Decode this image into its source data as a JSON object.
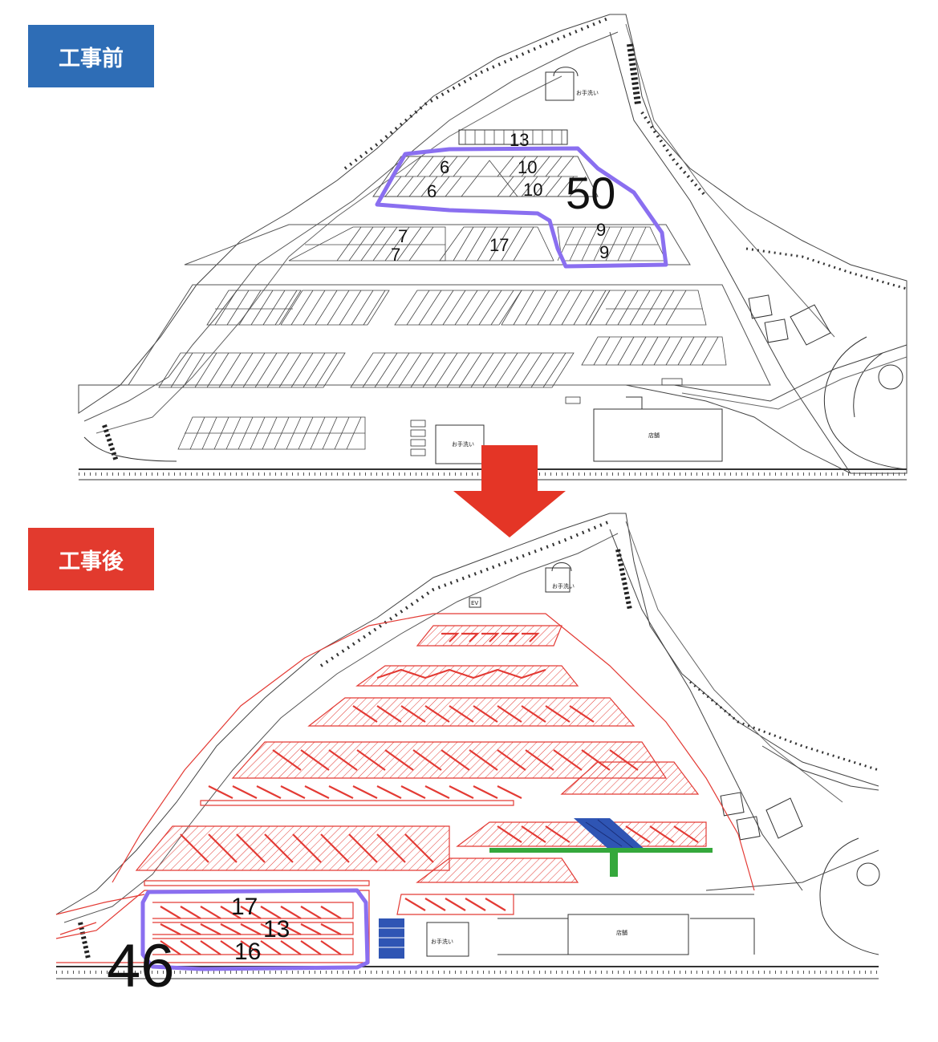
{
  "colors": {
    "before_badge": "#2e6db6",
    "after_badge": "#e23a2e",
    "arrow": "#e43526",
    "highlight_outline": "#8a6ff0",
    "new_layout_lines": "#e33b35",
    "accessible_spaces": "#2f55b4",
    "walkway": "#35a83c"
  },
  "before": {
    "label": "工事前",
    "counts": [
      "13",
      "6",
      "10",
      "6",
      "10",
      "9",
      "9",
      "7",
      "7",
      "17"
    ],
    "total": "50",
    "facility_labels": {
      "toilet_top": "お手洗い",
      "toilet_bottom": "お手洗い",
      "store": "店舗"
    }
  },
  "after": {
    "label": "工事後",
    "counts": [
      "17",
      "13",
      "16"
    ],
    "total": "46",
    "facility_labels": {
      "elevator": "EV",
      "toilet_top": "お手洗い",
      "toilet_bottom": "お手洗い",
      "store": "店舗"
    }
  },
  "icons": {
    "arrow": "down-arrow-icon",
    "accessible_parking": "wheelchair-parking-icon"
  }
}
